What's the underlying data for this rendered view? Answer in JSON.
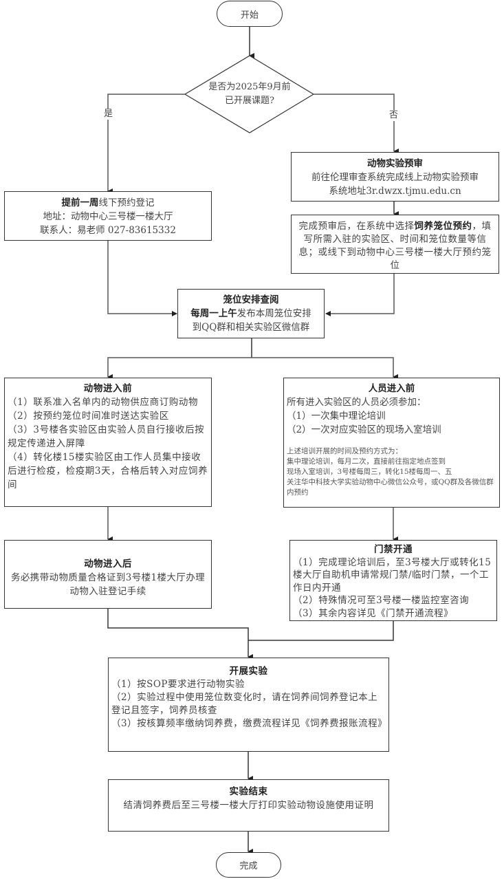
{
  "start": {
    "label": "开始"
  },
  "decision": {
    "line1": "是否为2025年9月前",
    "line2": "已开展课题?",
    "yes_label": "是",
    "no_label": "否"
  },
  "offline_booking": {
    "title_bold": "提前一周",
    "title_rest": "线下预约登记",
    "address": "地址：动物中心三号楼一楼大厅",
    "contact": "联系人：易老师 027-83615332"
  },
  "pre_review": {
    "title": "动物实验预审",
    "line1": "前往伦理审查系统完成线上动物实验预审",
    "line2": "系统地址3r.dwzx.tjmu.edu.cn"
  },
  "cage_booking": {
    "text_before": "完成预审后，在系统中选择",
    "text_bold": "饲养笼位预约",
    "text_after": "，填写所需入驻的实验区、时间和笼位数量等信息；或线下到动物中心三号楼一楼大厅预约笼位"
  },
  "cage_review": {
    "title": "笼位安排查阅",
    "bold": "每周一上午",
    "rest": "发布本周笼位安排",
    "line2": "到QQ群和相关实验区微信群"
  },
  "animal_before": {
    "title": "动物进入前",
    "items": [
      "（1）联系准入名单内的动物供应商订购动物",
      "（2）按预约笼位时间准时送达实验区",
      "（3）3号楼各实验区由实验人员自行接收后按规定传递进入屏障",
      "（4）转化楼15楼实验区由工作人员集中接收后进行检疫，检疫期3天，合格后转入对应饲养间"
    ]
  },
  "staff_before": {
    "title": "人员进入前",
    "intro": "所有进入实验区的人员必须参加：",
    "items": [
      "（1）一次集中理论培训",
      "（2）一次对应实验区的现场入室培训"
    ],
    "note_lines": [
      "上述培训开展的时间及预约方式为：",
      "集中理论培训，每月二次，直接前往指定地点签到",
      "现场入室培训，3号楼每周三，转化15楼每周一、五",
      "关注华中科技大学实验动物中心微信公众号，或QQ群及各微信群内预约"
    ]
  },
  "animal_after": {
    "title": "动物进入后",
    "text": "务必携带动物质量合格证到3号楼1楼大厅办理动物入驻登记手续"
  },
  "access": {
    "title": "门禁开通",
    "items": [
      "（1）完成理论培训后，至3号楼大厅或转化15楼大厅自助机申请常规门禁/临时门禁，一个工作日内开通",
      "（2）特殊情况可至3号楼一楼监控室咨询",
      "（3）其余内容详见《门禁开通流程》"
    ]
  },
  "experiment": {
    "title": "开展实验",
    "items": [
      "（1）按SOP要求进行动物实验",
      "（2）实验过程中使用笼位数变化时，请在饲养间饲养登记本上登记且签字，饲养员核查",
      "（3）按核算频率缴纳饲养费，缴费流程详见《饲养费报账流程》"
    ]
  },
  "end_exp": {
    "title": "实验结束",
    "text": "结清饲养费后至三号楼一楼大厅打印实验动物设施使用证明"
  },
  "finish": {
    "label": "完成"
  }
}
